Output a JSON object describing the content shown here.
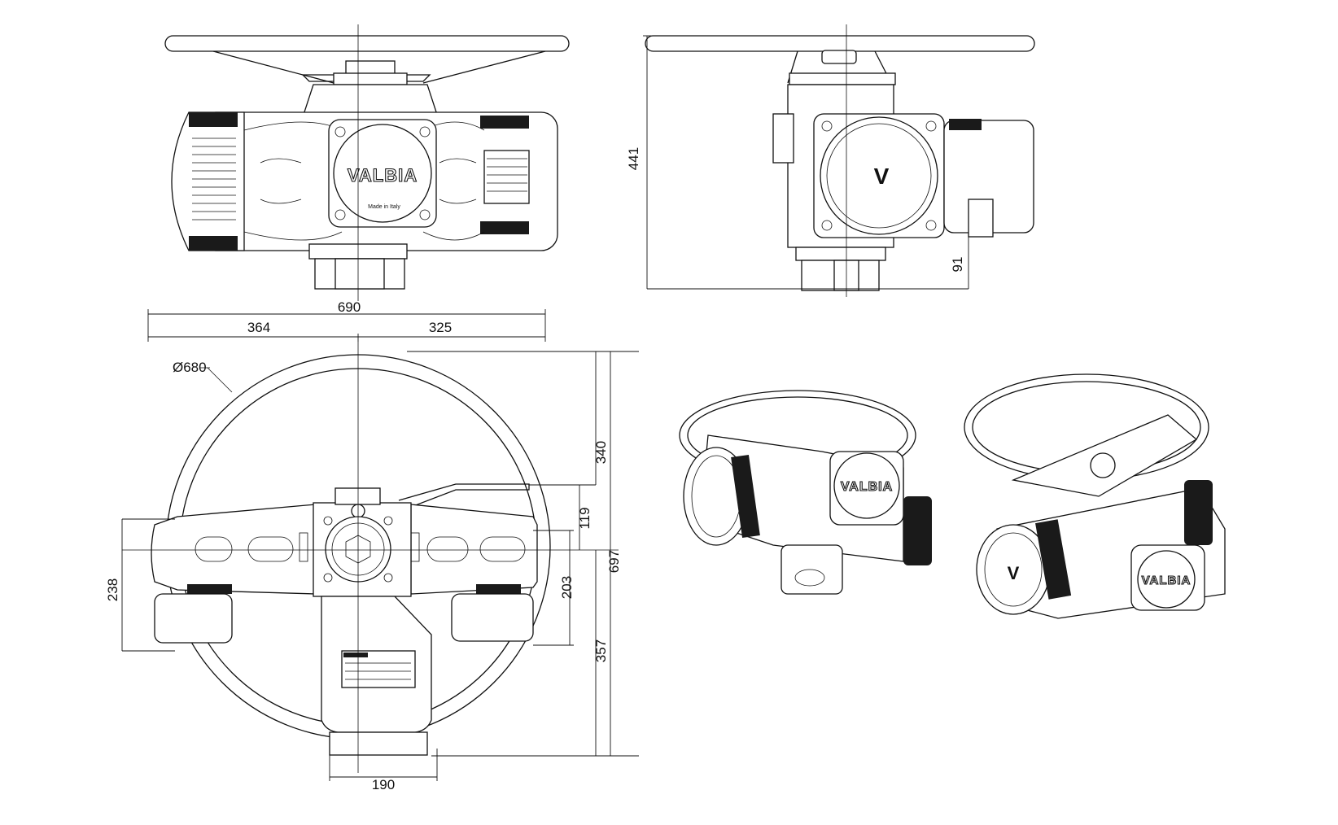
{
  "dimensions": {
    "overall_width": "690",
    "left_offset": "364",
    "right_offset": "325",
    "handwheel_diameter": "Ø680",
    "overall_height_top": "441",
    "lower_offset": "91",
    "depth_upper": "340",
    "lever_offset": "119",
    "depth_total": "697",
    "depth_lower": "357",
    "body_width_left": "238",
    "body_width_right": "203",
    "base_width": "190"
  },
  "labels": {
    "brand_logo": "VALBIA",
    "made_in": "Made in Italy",
    "front_logo": "V"
  }
}
